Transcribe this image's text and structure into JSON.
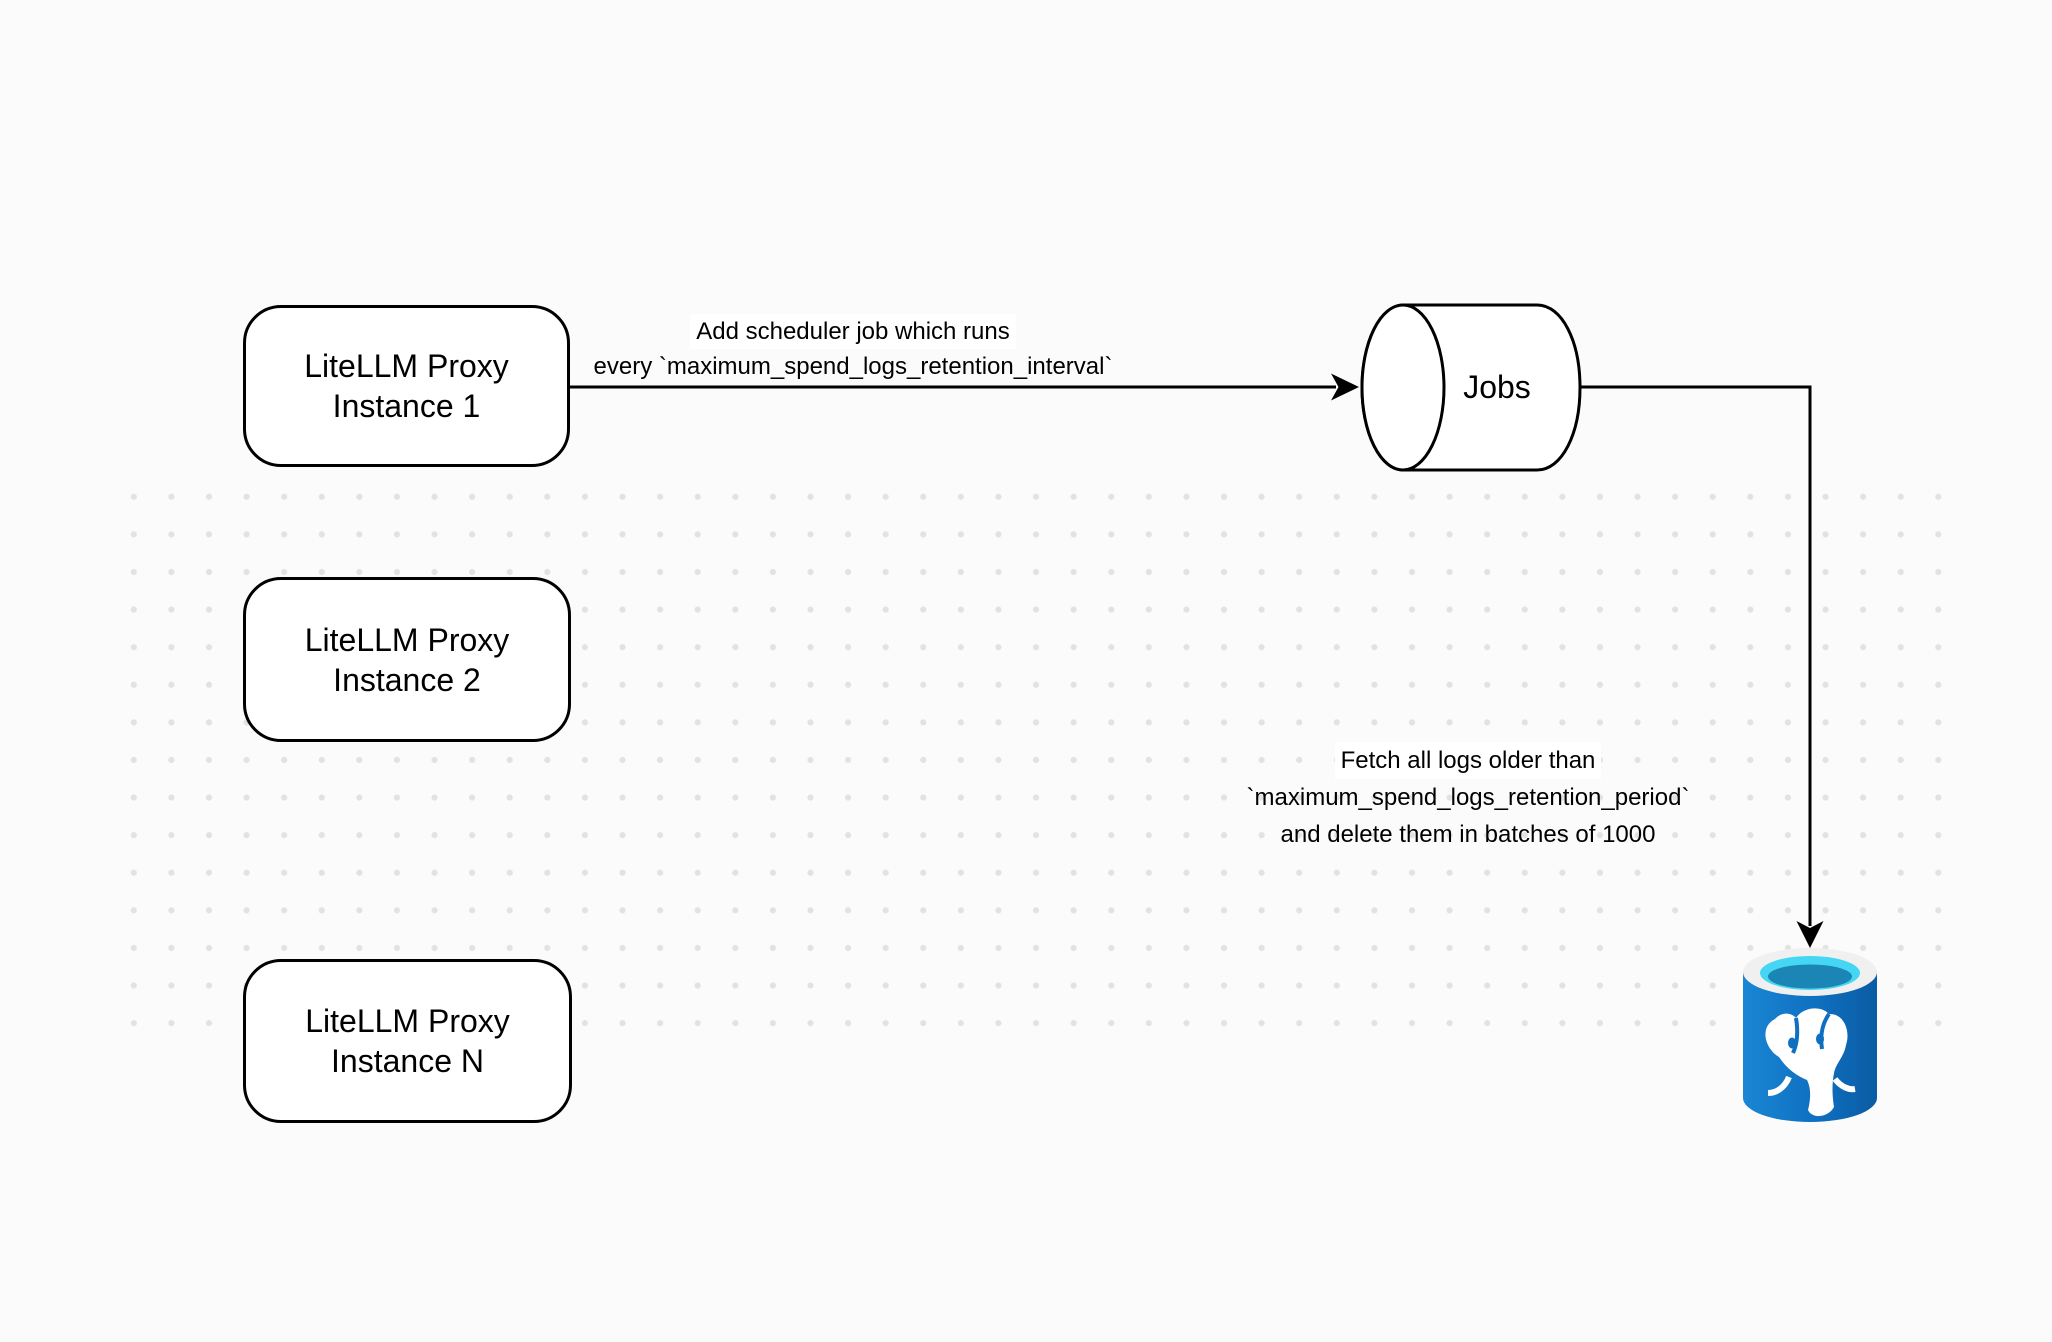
{
  "canvas": {
    "background_color": "#fbfbfb",
    "dot_color": "#e2e2e2",
    "stroke_color": "#000000"
  },
  "nodes": {
    "proxy_boxes": [
      {
        "line1": "LiteLLM Proxy",
        "line2": "Instance 1"
      },
      {
        "line1": "LiteLLM Proxy",
        "line2": "Instance 2"
      },
      {
        "line1": "LiteLLM Proxy",
        "line2": "Instance N"
      }
    ],
    "jobs": {
      "label": "Jobs",
      "shape": "horizontal-cylinder-queue"
    },
    "postgres": {
      "icon": "postgresql-database-icon",
      "body_color": "#0f6fc0",
      "body_gradient": [
        "#1a86d4",
        "#0a5ca3"
      ],
      "rim_color": "#f0f0f0",
      "top_color": "#44d6f2",
      "top_inner_color": "#1b85b5",
      "elephant_color": "#ffffff"
    }
  },
  "edges": {
    "scheduler": {
      "line1": "Add scheduler job which runs",
      "line2": "every `maximum_spend_logs_retention_interval`"
    },
    "delete": {
      "line1": "Fetch all logs older than",
      "line2": "`maximum_spend_logs_retention_period`",
      "line3": "and delete them in batches of 1000"
    }
  }
}
